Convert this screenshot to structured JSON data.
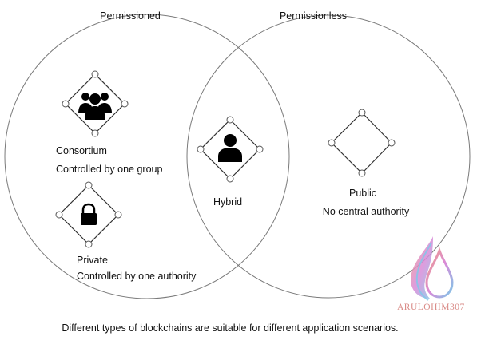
{
  "headings": {
    "left": "Permissioned",
    "right": "Permissionless"
  },
  "nodes": {
    "consortium": {
      "icon": "group-icon",
      "title": "Consortium",
      "desc": "Controlled by one group"
    },
    "private": {
      "icon": "lock-icon",
      "title": "Private",
      "desc": "Controlled by one authority"
    },
    "hybrid": {
      "icon": "person-icon",
      "title": "Hybrid"
    },
    "public": {
      "title": "Public",
      "desc": "No central authority"
    }
  },
  "caption": "Different types of blockchains are suitable for different application scenarios.",
  "watermark": {
    "text": "ARULOHIM307",
    "colors": [
      "#f4a07b",
      "#d98ad8",
      "#7ec8e8"
    ]
  }
}
